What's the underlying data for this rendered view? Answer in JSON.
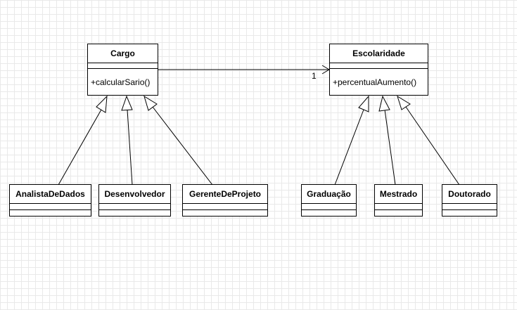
{
  "diagram": {
    "classes": {
      "cargo": {
        "name": "Cargo",
        "method": "+calcularSario()"
      },
      "escolaridade": {
        "name": "Escolaridade",
        "method": "+percentualAumento()"
      },
      "analista": {
        "name": "AnalistaDeDados"
      },
      "desenvolvedor": {
        "name": "Desenvolvedor"
      },
      "gerente": {
        "name": "GerenteDeProjeto"
      },
      "graduacao": {
        "name": "Graduação"
      },
      "mestrado": {
        "name": "Mestrado"
      },
      "doutorado": {
        "name": "Doutorado"
      }
    },
    "association": {
      "multiplicity": "1"
    }
  }
}
